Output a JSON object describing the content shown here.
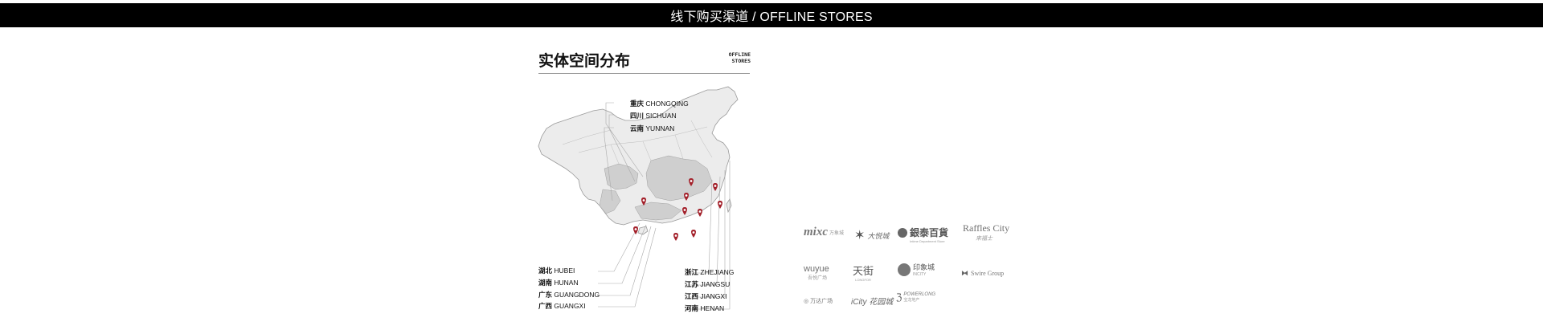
{
  "header": {
    "title": "线下购买渠道 / OFFLINE STORES"
  },
  "store_map": {
    "title": "实体空间分布",
    "subtitle_line1": "OFFLINE",
    "subtitle_line2": "STORES",
    "provinces_top": [
      {
        "zh": "重庆",
        "en": "CHONGQING"
      },
      {
        "zh": "四川",
        "en": "SICHUAN"
      },
      {
        "zh": "云南",
        "en": "YUNNAN"
      }
    ],
    "provinces_bottom_left": [
      {
        "zh": "湖北",
        "en": "HUBEI"
      },
      {
        "zh": "湖南",
        "en": "HUNAN"
      },
      {
        "zh": "广东",
        "en": "GUANGDONG"
      },
      {
        "zh": "广西",
        "en": "GUANGXI"
      }
    ],
    "provinces_bottom_right": [
      {
        "zh": "浙江",
        "en": "ZHEJIANG"
      },
      {
        "zh": "江苏",
        "en": "JIANGSU"
      },
      {
        "zh": "江西",
        "en": "JIANGXI"
      },
      {
        "zh": "河南",
        "en": "HENAN"
      }
    ],
    "pin_color": "#a3202a",
    "map_fill": "#ececec",
    "highlight_fill": "#cfcfcf"
  },
  "partner_logos": {
    "mixc": {
      "main": "mixc",
      "sub": "万象城"
    },
    "daeyue": {
      "main": "大悦城",
      "sub": ""
    },
    "intime": {
      "main": "銀泰百貨",
      "sub": "Intime Department Store"
    },
    "raffles": {
      "main": "Raffles City",
      "sub": "来福士"
    },
    "wuyue": {
      "main": "wuyue",
      "sub": "吾悦广场"
    },
    "tianjie": {
      "main": "天街",
      "sub": "LONGFOR"
    },
    "incity": {
      "main": "印象城",
      "sub": "INCITY"
    },
    "swire": {
      "main": "Swire Group",
      "sub": ""
    },
    "wanda": {
      "main": "万达广场",
      "sub": ""
    },
    "icity": {
      "main": "iCity 花园城",
      "sub": ""
    },
    "powerlong": {
      "main": "POWERLONG",
      "sub": "宝龙地产"
    }
  }
}
